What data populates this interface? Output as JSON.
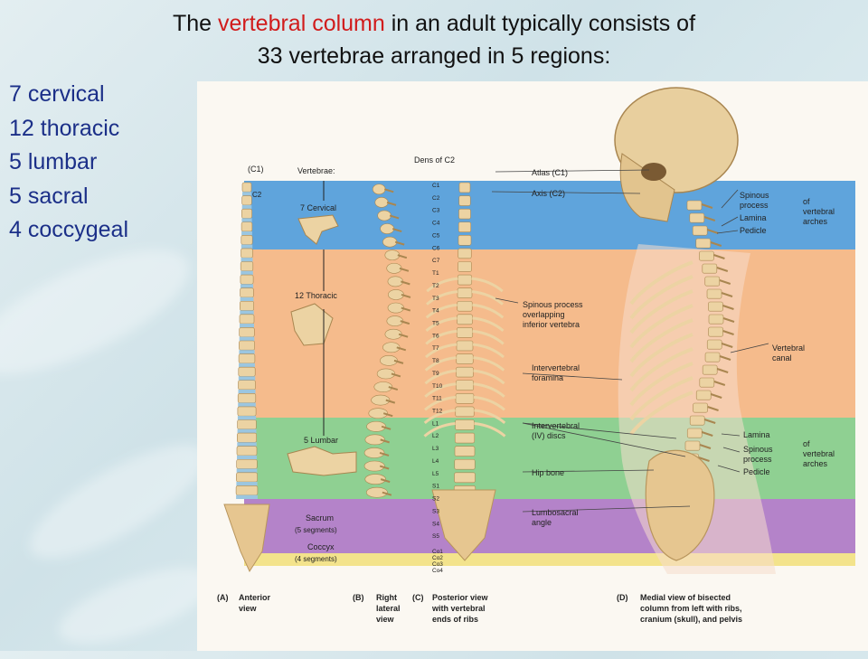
{
  "title": {
    "line1_pre": "The ",
    "line1_highlight": "vertebral column",
    "line1_post": " in an adult typically consists of",
    "line2": "33 vertebrae arranged in 5 regions:"
  },
  "regions": [
    "7 cervical",
    "12 thoracic",
    "5 lumbar",
    "5 sacral",
    "4 coccygeal"
  ],
  "colors": {
    "highlight": "#d11c1c",
    "list_text": "#1b2f88",
    "band_cervical": "#5fa4dc",
    "band_thoracic": "#f5bb8c",
    "band_lumbar": "#8fd092",
    "band_sacrum": "#b483c9",
    "band_coccyx": "#f3e38c",
    "bone": "#ecd3a3",
    "disc": "#9bc6e0"
  },
  "figure": {
    "col_a": {
      "c1": "(C1)",
      "c2": "C2",
      "vertebrae": "Vertebrae:",
      "cervical": "7 Cervical",
      "thoracic": "12 Thoracic",
      "lumbar": "5 Lumbar",
      "sacrum": "Sacrum",
      "sacrum_seg": "(5 segments)",
      "coccyx": "Coccyx",
      "coccyx_seg": "(4 segments)"
    },
    "col_c": {
      "dens": "Dens of C2",
      "atlas": "Atlas (C1)",
      "axis": "Axis (C2)",
      "segments": [
        "C1",
        "C2",
        "C3",
        "C4",
        "C5",
        "C6",
        "C7",
        "T1",
        "T2",
        "T3",
        "T4",
        "T5",
        "T6",
        "T7",
        "T8",
        "T9",
        "T10",
        "T11",
        "T12",
        "L1",
        "L2",
        "L3",
        "L4",
        "L5",
        "S1",
        "S2",
        "S3",
        "S4",
        "S5",
        "Co1",
        "Co2",
        "Co3",
        "Co4"
      ],
      "spinous_overlap": [
        "Spinous process",
        "overlapping",
        "inferior vertebra"
      ],
      "iv_foramina": [
        "Intervertebral",
        "foramina"
      ],
      "iv_discs": [
        "Intervertebral",
        "(IV) discs"
      ],
      "hip_bone": "Hip bone",
      "lumbosacral": [
        "Lumbosacral",
        "angle"
      ]
    },
    "col_d": {
      "upper": [
        "Spinous",
        "process",
        "Lamina",
        "Pedicle"
      ],
      "of_arches": [
        "of",
        "vertebral",
        "arches"
      ],
      "canal": [
        "Vertebral",
        "canal"
      ],
      "lower": [
        "Lamina",
        "Spinous",
        "process",
        "Pedicle"
      ]
    },
    "captions": {
      "a": [
        "(A)",
        "Anterior",
        "view"
      ],
      "b": [
        "(B)",
        "Right",
        "lateral",
        "view"
      ],
      "c": [
        "(C)",
        "Posterior view",
        "with vertebral",
        "ends of ribs"
      ],
      "d": [
        "(D)",
        "Medial view of bisected",
        "column from left with ribs,",
        "cranium (skull), and pelvis"
      ]
    }
  }
}
